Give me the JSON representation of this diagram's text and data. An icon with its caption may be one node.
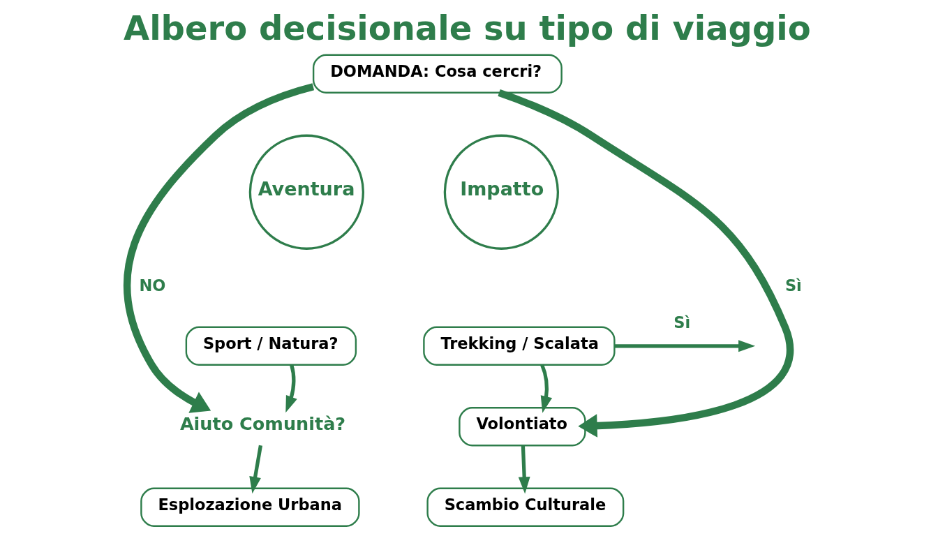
{
  "diagram": {
    "title": "Albero decisionale su tipo di viaggio",
    "nodes": [
      {
        "text": [
          "DOMANDA: Cosa cercri?"
        ]
      },
      {
        "text": [
          "Aventura"
        ]
      },
      {
        "text": [
          "Impatto"
        ]
      },
      {
        "text": [
          "Sport / Natura?"
        ]
      },
      {
        "text": [
          "Aiuto Comunità?"
        ]
      },
      {
        "text": [
          "Esplozazione Urbana"
        ]
      },
      {
        "text": [
          "Trekking / Scalata"
        ]
      },
      {
        "text": [
          "Volontiato"
        ]
      },
      {
        "text": [
          "Scambio Culturale"
        ]
      }
    ],
    "edges": [
      {
        "from": 0,
        "to": 4,
        "arrow": "to",
        "label": "NO",
        "style": "thick"
      },
      {
        "from": 0,
        "to": 7,
        "arrow": "to",
        "label": "Sì",
        "style": "thick"
      },
      {
        "from": 3,
        "to": 4,
        "arrow": "to"
      },
      {
        "from": 4,
        "to": 5,
        "arrow": "to"
      },
      {
        "from": 6,
        "to": null,
        "arrow": "to",
        "label": "Sì"
      },
      {
        "from": 6,
        "to": 7,
        "arrow": "to"
      },
      {
        "from": 7,
        "to": 8,
        "arrow": "to"
      }
    ]
  }
}
